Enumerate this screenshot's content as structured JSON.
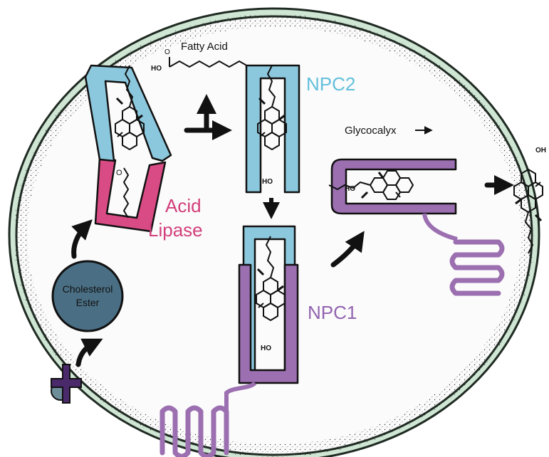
{
  "labels": {
    "fatty_acid": "Fatty Acid",
    "npc2": "NPC2",
    "acid_lipase_line1": "Acid",
    "acid_lipase_line2": "Lipase",
    "glycocalyx": "Glycocalyx",
    "npc1": "NPC1",
    "cholesterol_ester_line1": "Cholesterol",
    "cholesterol_ester_line2": "Ester",
    "hydroxyl": "HO",
    "hydroxyl_right": "OH"
  },
  "colors": {
    "membrane_fill": "#cfe6d4",
    "membrane_stroke": "#1f2a22",
    "npc2": "#8cc8dd",
    "acid_lipase": "#d94b84",
    "npc1": "#9b6fb0",
    "cholesterol_ester": "#4a6f84",
    "receptor": "#4a2a6a",
    "receptor_ball": "#6e8f9a",
    "label_npc2": "#63c0dc",
    "label_acid_lipase": "#d23f7b",
    "label_npc1": "#9264b0"
  }
}
